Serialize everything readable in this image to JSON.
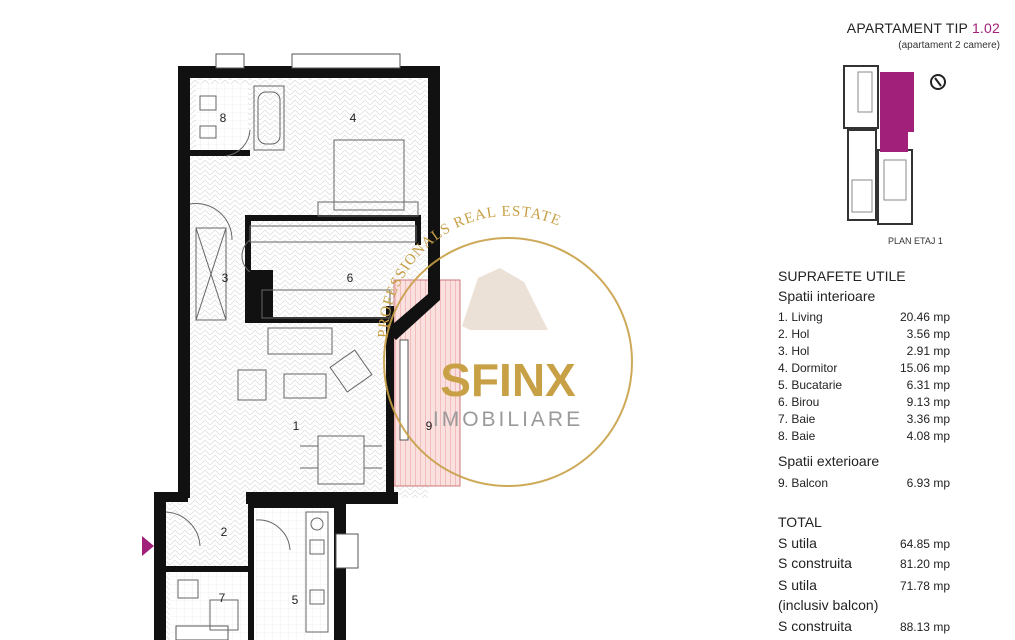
{
  "header": {
    "title_prefix": "APARTAMENT TIP ",
    "title_number": "1.02",
    "subtitle": "(apartament 2 camere)"
  },
  "minimap": {
    "caption": "PLAN ETAJ 1"
  },
  "areas": {
    "heading": "SUPRAFETE UTILE",
    "interior_heading": "Spatii interioare",
    "interior": [
      {
        "name": "1. Living",
        "area": "20.46 mp"
      },
      {
        "name": "2. Hol",
        "area": "3.56 mp"
      },
      {
        "name": "3. Hol",
        "area": "2.91 mp"
      },
      {
        "name": "4. Dormitor",
        "area": "15.06 mp"
      },
      {
        "name": "5. Bucatarie",
        "area": "6.31 mp"
      },
      {
        "name": "6. Birou",
        "area": "9.13 mp"
      },
      {
        "name": "7. Baie",
        "area": "3.36 mp"
      },
      {
        "name": "8. Baie",
        "area": "4.08 mp"
      }
    ],
    "exterior_heading": "Spatii exterioare",
    "exterior": [
      {
        "name": "9. Balcon",
        "area": "6.93 mp"
      }
    ]
  },
  "totals": {
    "heading": "TOTAL",
    "rows": [
      {
        "label": "S utila",
        "value": "64.85 mp"
      },
      {
        "label": "S construita",
        "value": "81.20 mp"
      },
      {
        "label": "S utila",
        "value": "71.78 mp"
      },
      {
        "label": "(inclusiv balcon)",
        "value": ""
      },
      {
        "label": "S construita",
        "value": "88.13 mp"
      }
    ]
  },
  "plan_labels": [
    "1",
    "2",
    "3",
    "4",
    "5",
    "6",
    "7",
    "8",
    "9"
  ],
  "watermark": {
    "arc_text": "PROFESSIONALS REAL ESTATE",
    "brand": "SFINX",
    "tagline": "IMOBILIARE"
  },
  "colors": {
    "accent": "#a0207a",
    "gold": "#c8a046",
    "wall": "#111111",
    "balcony": "#f5c6c6"
  },
  "icons": [
    "north-compass-icon",
    "entrance-arrow-icon"
  ]
}
